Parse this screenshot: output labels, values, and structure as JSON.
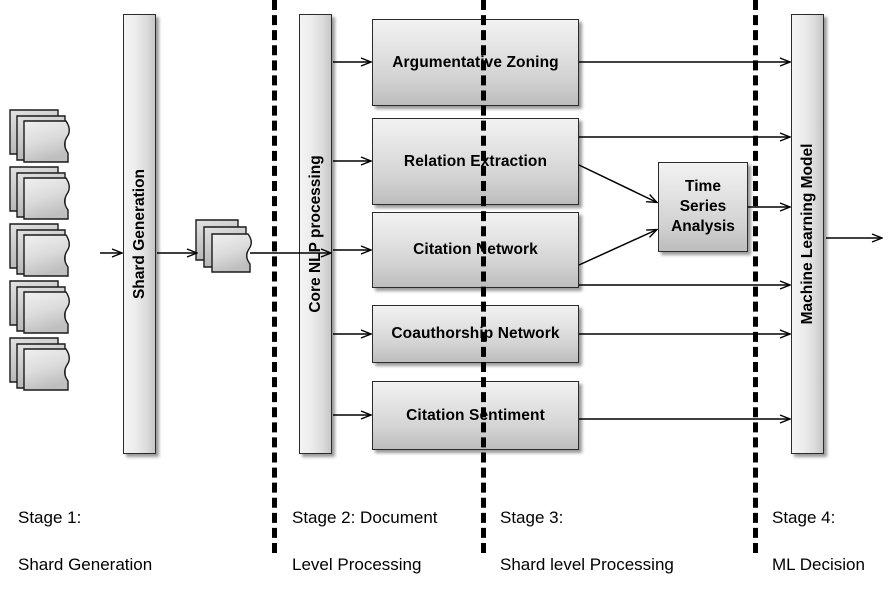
{
  "diagram": {
    "title": "Four-stage scientific document processing pipeline",
    "type": "flowchart",
    "colors": {
      "box_fill_top": "#f2f2f2",
      "box_fill_bottom": "#bdbdbd",
      "box_border": "#2b2b2b",
      "line": "#000000",
      "background": "#ffffff"
    }
  },
  "stages": [
    {
      "id": "stage1",
      "line1": "Stage 1:",
      "line2": "Shard Generation"
    },
    {
      "id": "stage2",
      "line1": "Stage 2: Document",
      "line2": "Level Processing"
    },
    {
      "id": "stage3",
      "line1": "Stage 3:",
      "line2": "Shard level Processing"
    },
    {
      "id": "stage4",
      "line1": "Stage 4:",
      "line2": "ML Decision"
    }
  ],
  "pillars": {
    "shard_generation": "Shard Generation",
    "core_nlp": "Core NLP processing",
    "ml_model": "Machine Learning Model"
  },
  "processes": [
    {
      "id": "argumentative-zoning",
      "label": "Argumentative Zoning"
    },
    {
      "id": "relation-extraction",
      "label": "Relation Extraction"
    },
    {
      "id": "citation-network",
      "label": "Citation Network"
    },
    {
      "id": "coauthorship-network",
      "label": "Coauthorship Network"
    },
    {
      "id": "citation-sentiment",
      "label": "Citation Sentiment"
    }
  ],
  "analysis": {
    "time_series": {
      "line1": "Time",
      "line2": "Series",
      "line3": "Analysis"
    }
  },
  "document_stacks": {
    "input_count": 5,
    "sheets_per_stack": 3,
    "shard_bundle_sheets": 3
  },
  "flows": [
    {
      "from": "input-documents",
      "to": "shard-generation"
    },
    {
      "from": "shard-generation",
      "to": "shard-bundle"
    },
    {
      "from": "shard-bundle",
      "to": "core-nlp"
    },
    {
      "from": "core-nlp",
      "to": "argumentative-zoning"
    },
    {
      "from": "core-nlp",
      "to": "relation-extraction"
    },
    {
      "from": "core-nlp",
      "to": "citation-network"
    },
    {
      "from": "core-nlp",
      "to": "coauthorship-network"
    },
    {
      "from": "core-nlp",
      "to": "citation-sentiment"
    },
    {
      "from": "argumentative-zoning",
      "to": "ml-model"
    },
    {
      "from": "relation-extraction",
      "to": "ml-model"
    },
    {
      "from": "relation-extraction",
      "to": "time-series-analysis"
    },
    {
      "from": "citation-network",
      "to": "time-series-analysis"
    },
    {
      "from": "citation-network",
      "to": "ml-model"
    },
    {
      "from": "coauthorship-network",
      "to": "ml-model"
    },
    {
      "from": "citation-sentiment",
      "to": "ml-model"
    },
    {
      "from": "time-series-analysis",
      "to": "ml-model"
    },
    {
      "from": "ml-model",
      "to": "output"
    }
  ]
}
